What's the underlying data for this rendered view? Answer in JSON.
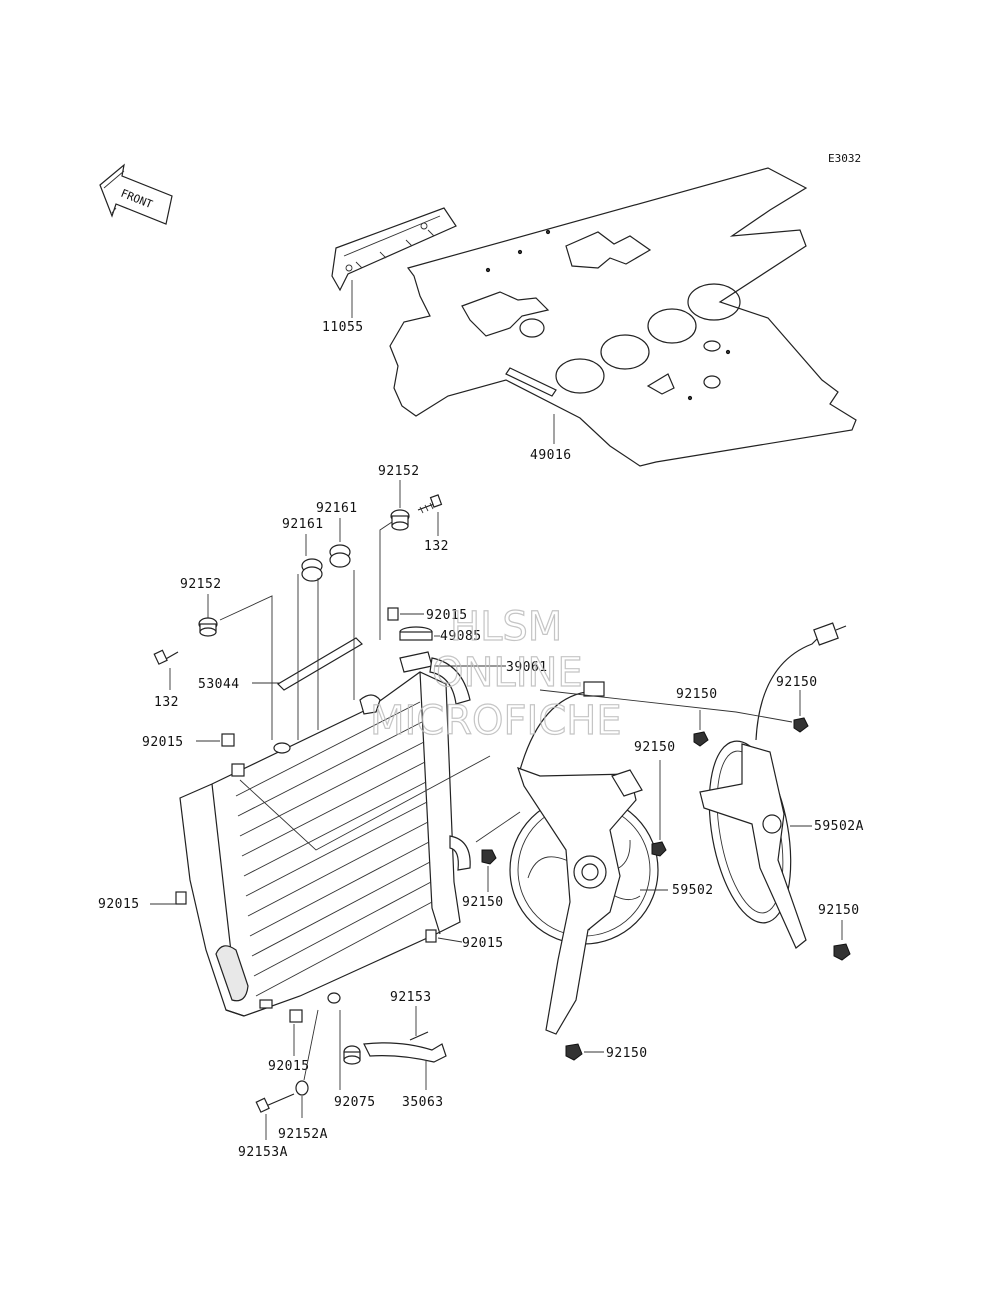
{
  "diagram_code": "E3032",
  "front_arrow_label": "FRONT",
  "watermark": [
    "HLSM",
    "ONLINE",
    "MICROFICHE"
  ],
  "colors": {
    "line": "#222222",
    "watermark": "#bbbbbb",
    "background": "#ffffff"
  },
  "callouts": {
    "c11055": "11055",
    "c49016": "49016",
    "c92152_top": "92152",
    "c132_top": "132",
    "c92161_a": "92161",
    "c92161_b": "92161",
    "c92152_left": "92152",
    "c132_left": "132",
    "c53044": "53044",
    "c92015_cap": "92015",
    "c49085": "49085",
    "c39061": "39061",
    "c92015_tl": "92015",
    "c92015_left": "92015",
    "c92015_br": "92015",
    "c92015_bot": "92015",
    "c92150_a": "92150",
    "c92150_b": "92150",
    "c92150_c": "92150",
    "c92150_d": "92150",
    "c92150_e": "92150",
    "c92150_f": "92150",
    "c59502": "59502",
    "c59502A": "59502A",
    "c92153": "92153",
    "c92075": "92075",
    "c35063": "35063",
    "c92152A": "92152A",
    "c92153A": "92153A"
  }
}
